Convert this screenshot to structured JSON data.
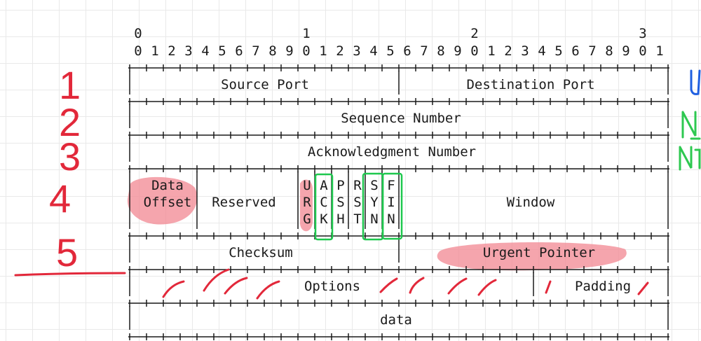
{
  "header": {
    "tens": [
      "0",
      "1",
      "2",
      "3"
    ],
    "units": [
      "0",
      "1",
      "2",
      "3",
      "4",
      "5",
      "6",
      "7",
      "8",
      "9",
      "0",
      "1",
      "2",
      "3",
      "4",
      "5",
      "6",
      "7",
      "8",
      "9",
      "0",
      "1",
      "2",
      "3",
      "4",
      "5",
      "6",
      "7",
      "8",
      "9",
      "0",
      "1"
    ]
  },
  "fields": {
    "source_port": "Source Port",
    "destination_port": "Destination Port",
    "sequence_number": "Sequence Number",
    "acknowledgment_number": "Acknowledgment Number",
    "data_offset_line1": "Data",
    "data_offset_line2": "Offset",
    "reserved": "Reserved",
    "window": "Window",
    "checksum": "Checksum",
    "urgent_pointer": "Urgent Pointer",
    "options": "Options",
    "padding": "Padding",
    "data": "data"
  },
  "flags": {
    "urg": [
      "U",
      "R",
      "G"
    ],
    "ack": [
      "A",
      "C",
      "K"
    ],
    "psh": [
      "P",
      "S",
      "H"
    ],
    "rst": [
      "R",
      "S",
      "T"
    ],
    "syn": [
      "S",
      "Y",
      "N"
    ],
    "fin": [
      "F",
      "I",
      "N"
    ]
  },
  "annotations": {
    "row_numbers": [
      "1",
      "2",
      "3",
      "4",
      "5"
    ],
    "highlight_colors": {
      "red_ink": "#e2283a",
      "pink_highlight": "#f28c96",
      "green_box": "#1ec84e",
      "blue_ink": "#1f5fe0",
      "green_ink": "#2ec850"
    }
  }
}
